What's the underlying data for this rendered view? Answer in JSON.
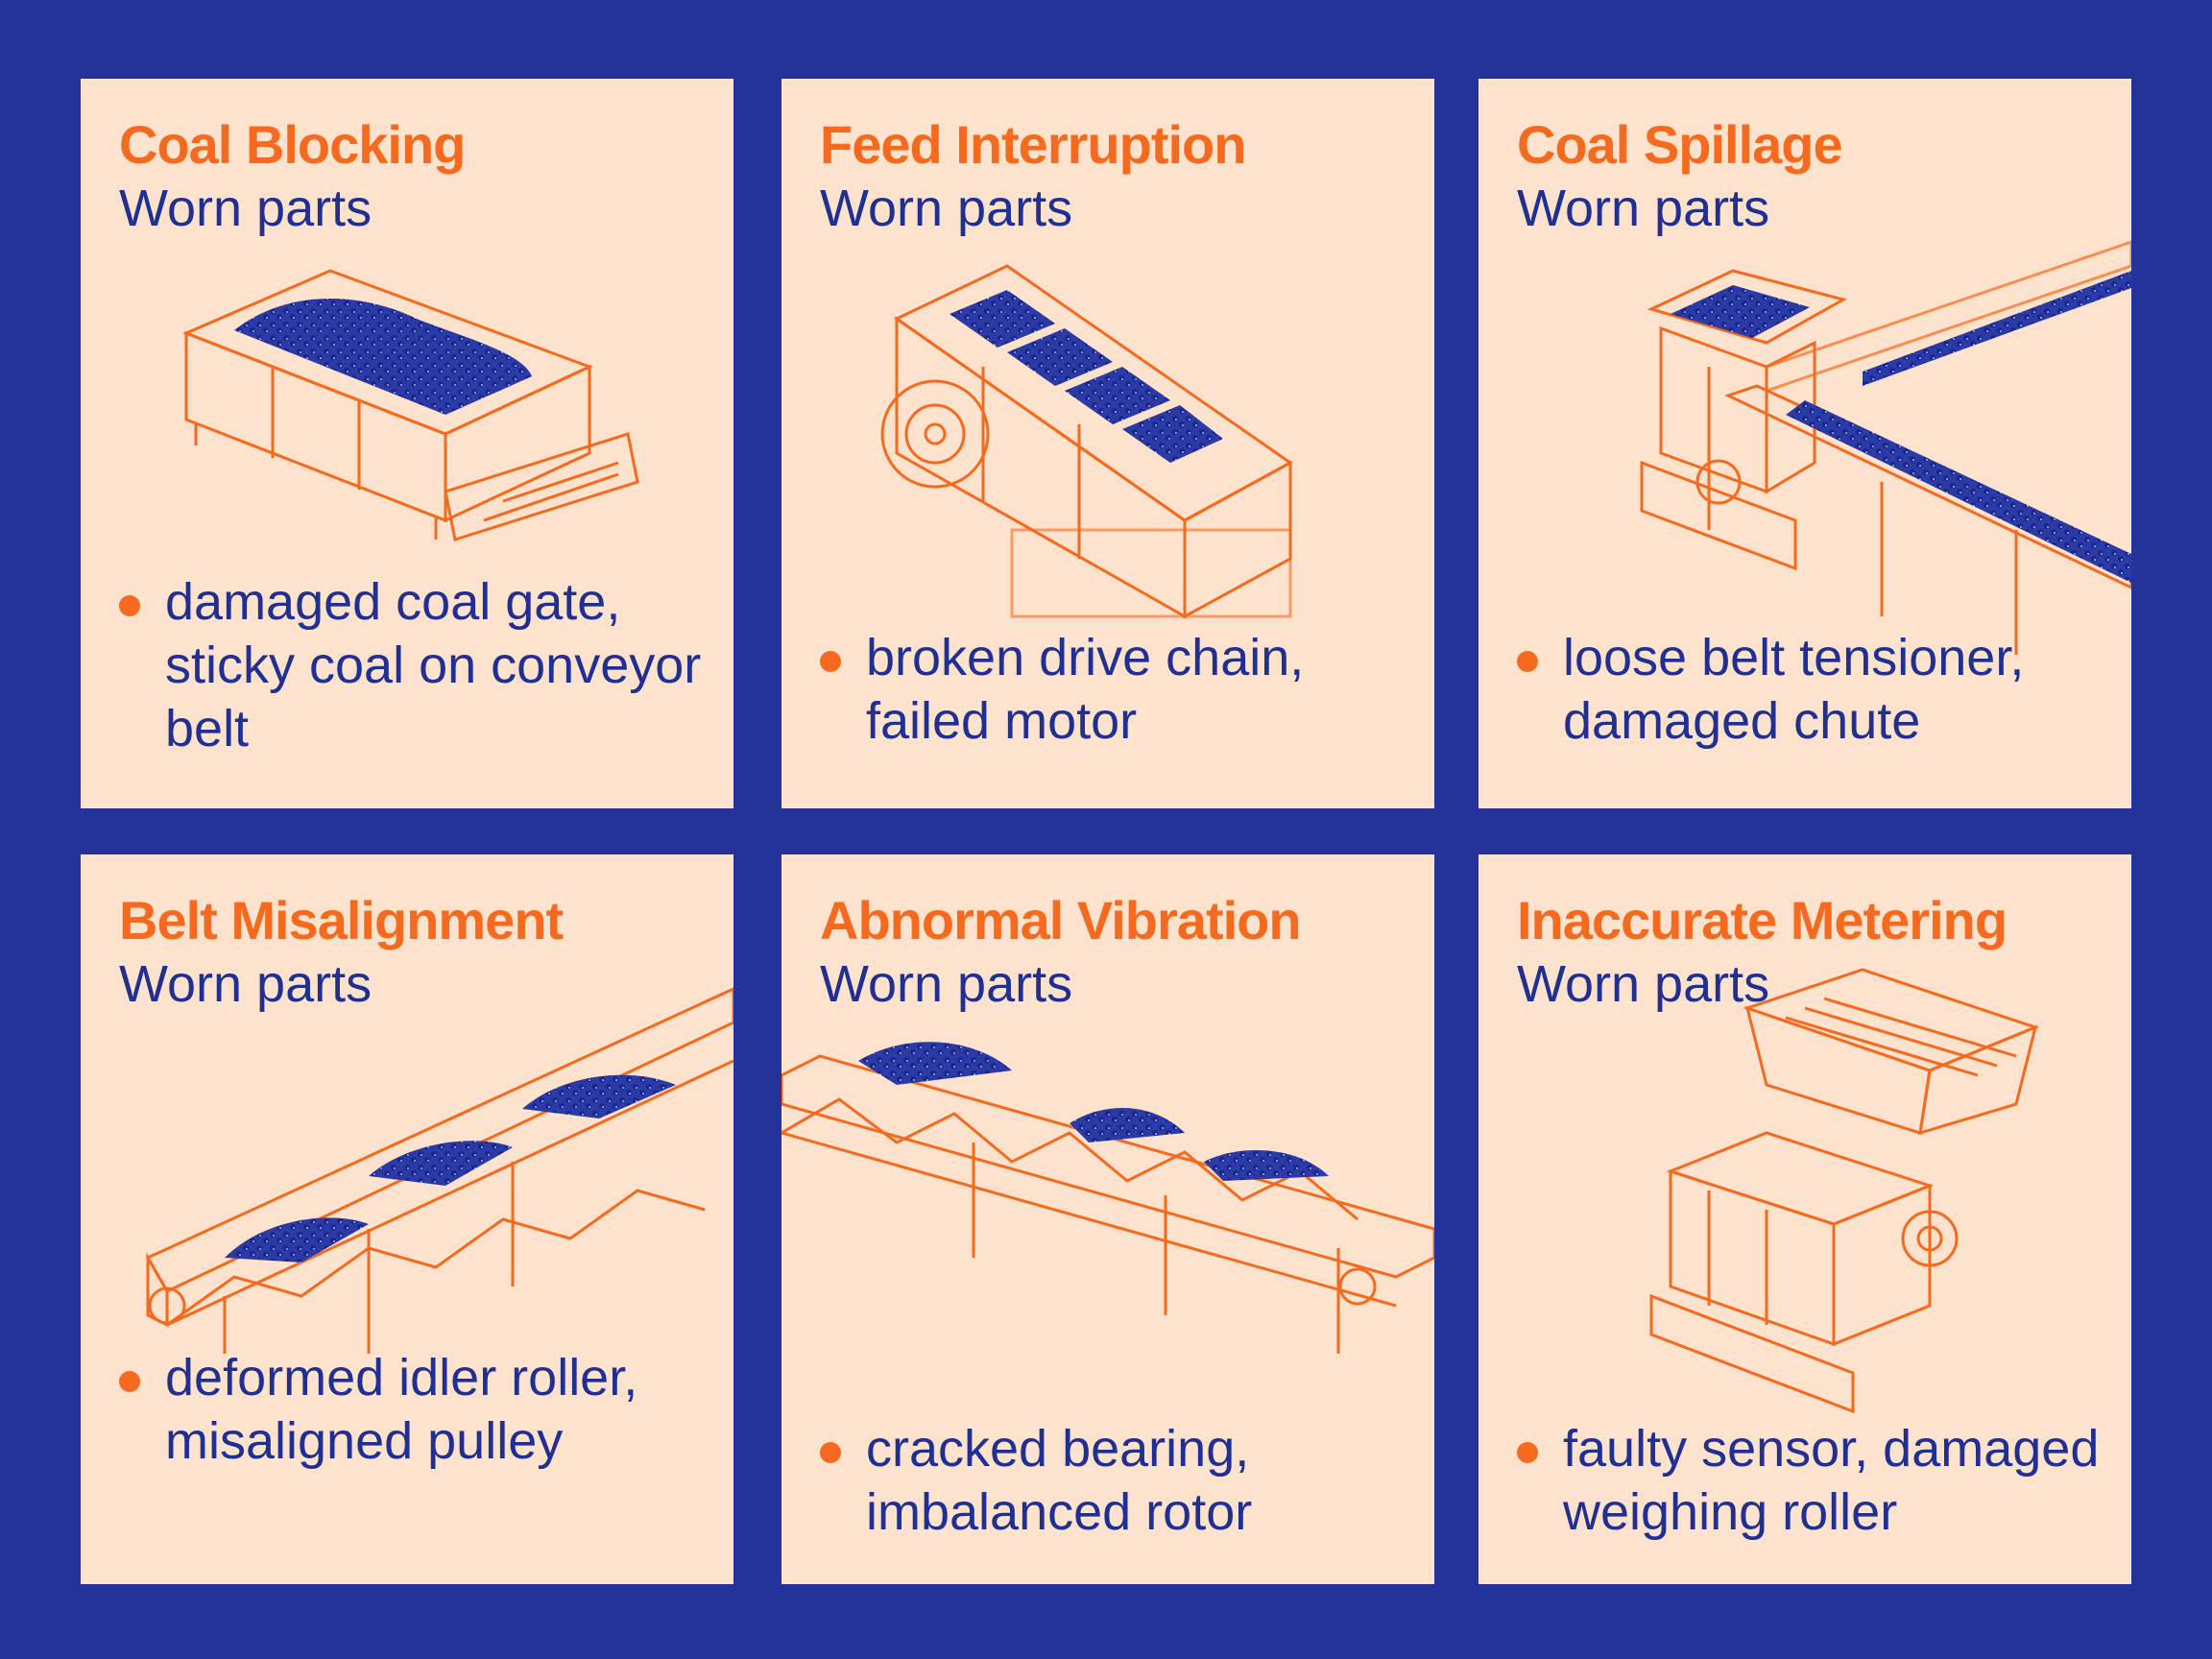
{
  "panels": [
    {
      "title": "Coal Blocking",
      "subtitle": "Worn parts",
      "desc": "damaged coal gate, sticky coal on conveyor belt"
    },
    {
      "title": "Feed Interruption",
      "subtitle": "Worn parts",
      "desc": "broken drive chain, failed motor"
    },
    {
      "title": "Coal Spillage",
      "subtitle": "Worn parts",
      "desc": "loose belt tensioner, damaged chute"
    },
    {
      "title": "Belt Misalignment",
      "subtitle": "Worn parts",
      "desc": "deformed idler roller, misaligned pulley"
    },
    {
      "title": "Abnormal Vibration",
      "subtitle": "Worn parts",
      "desc": "cracked bearing, imbalanced rotor"
    },
    {
      "title": "Inaccurate Metering",
      "subtitle": "Worn parts",
      "desc": "faulty sensor, damaged weighing roller"
    }
  ],
  "colors": {
    "background": "#23339a",
    "panel": "#fde3cd",
    "accent_orange": "#f56a1e",
    "text_navy": "#1f2f92"
  }
}
